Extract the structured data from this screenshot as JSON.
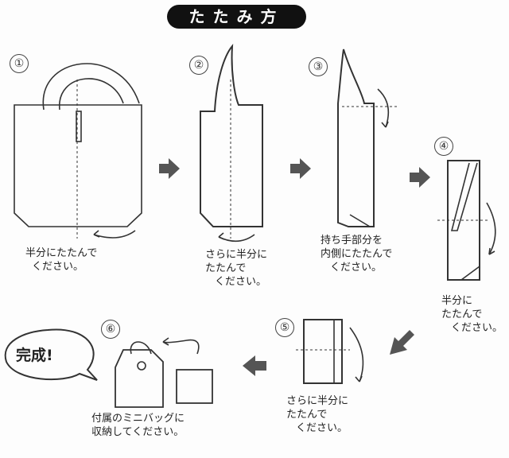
{
  "title": "たたみ方",
  "steps": [
    {
      "number": "①",
      "caption_lines": [
        "半分にたたんで",
        "ください。"
      ]
    },
    {
      "number": "②",
      "caption_lines": [
        "さらに半分に",
        "たたんで",
        "ください。"
      ]
    },
    {
      "number": "③",
      "caption_lines": [
        "持ち手部分を",
        "内側にたたんで",
        "ください。"
      ]
    },
    {
      "number": "④",
      "caption_lines": [
        "半分に",
        "たたんで",
        "ください。"
      ]
    },
    {
      "number": "⑤",
      "caption_lines": [
        "さらに半分に",
        "たたんで",
        "ください。"
      ]
    },
    {
      "number": "⑥",
      "caption_lines": [
        "付属のミニバッグに",
        "収納してください。"
      ]
    }
  ],
  "complete_label": "完成!",
  "colors": {
    "line": "#333333",
    "arrow": "#555555",
    "title_bg": "#111111"
  }
}
